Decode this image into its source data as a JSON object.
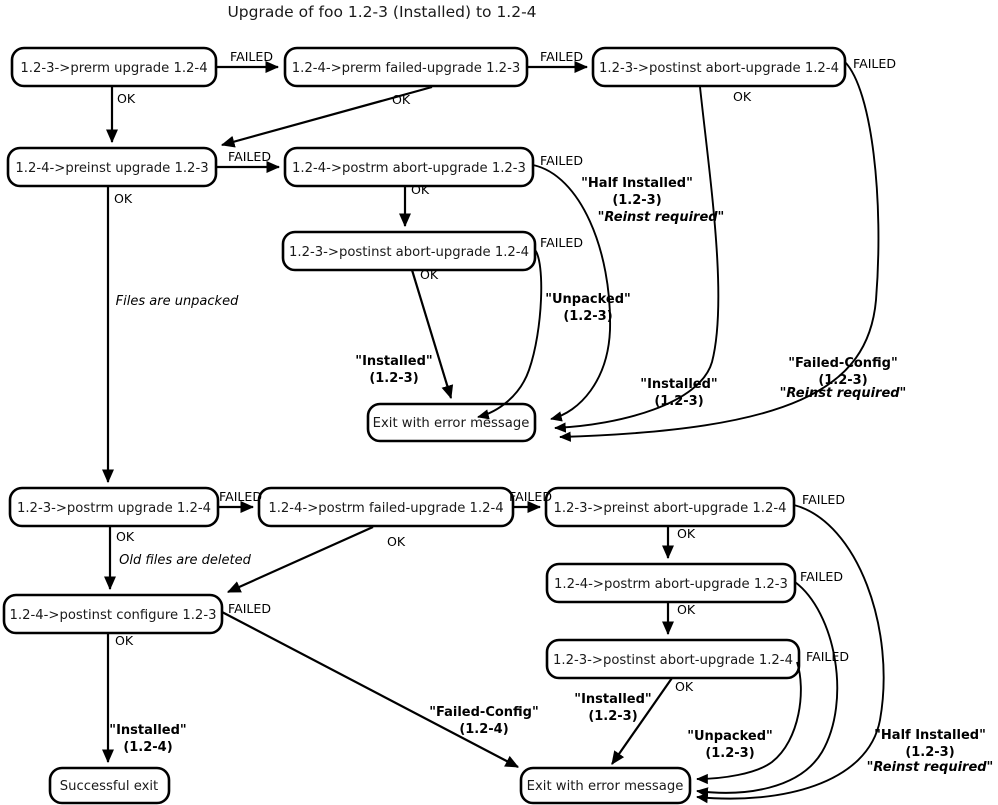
{
  "title": "Upgrade of foo 1.2-3 (Installed) to 1.2-4",
  "nodes": {
    "prerm_upgrade": "1.2-3->prerm upgrade 1.2-4",
    "prerm_failed_upgrade": "1.2-4->prerm failed-upgrade 1.2-3",
    "postinst_abort_1": "1.2-3->postinst abort-upgrade 1.2-4",
    "preinst_upgrade": "1.2-4->preinst upgrade 1.2-3",
    "postrm_abort_1": "1.2-4->postrm abort-upgrade 1.2-3",
    "postinst_abort_2": "1.2-3->postinst abort-upgrade 1.2-4",
    "exit_error_top": "Exit with error message",
    "postrm_upgrade": "1.2-3->postrm upgrade 1.2-4",
    "postrm_failed_upgrade": "1.2-4->postrm failed-upgrade 1.2-4",
    "preinst_abort": "1.2-3->preinst abort-upgrade 1.2-4",
    "postinst_configure": "1.2-4->postinst configure 1.2-3",
    "postrm_abort_2": "1.2-4->postrm abort-upgrade 1.2-3",
    "postinst_abort_3": "1.2-3->postinst abort-upgrade 1.2-4",
    "successful_exit": "Successful exit",
    "exit_error_bottom": "Exit with error message"
  },
  "edge_labels": {
    "failed_1": "FAILED",
    "failed_2": "FAILED",
    "failed_3": "FAILED",
    "failed_4": "FAILED",
    "failed_5": "FAILED",
    "failed_6": "FAILED",
    "failed_7": "FAILED",
    "failed_8": "FAILED",
    "failed_9": "FAILED",
    "failed_10": "FAILED",
    "failed_11": "FAILED",
    "ok_1": "OK",
    "ok_2": "OK",
    "ok_3": "OK",
    "ok_4": "OK",
    "ok_5": "OK",
    "ok_6": "OK",
    "ok_7": "OK",
    "ok_8": "OK",
    "ok_9": "OK",
    "ok_10": "OK",
    "ok_11": "OK",
    "ok_12": "OK"
  },
  "notes": {
    "files_unpacked": "Files are unpacked",
    "old_files_deleted": "Old files are deleted"
  },
  "state_annotations": {
    "half_installed_top_l1": "\"Half Installed\"",
    "half_installed_top_l2": "(1.2-3)",
    "half_installed_top_l3": "\"Reinst required\"",
    "unpacked_top_l1": "\"Unpacked\"",
    "unpacked_top_l2": "(1.2-3)",
    "installed_top_left_l1": "\"Installed\"",
    "installed_top_left_l2": "(1.2-3)",
    "installed_top_right_l1": "\"Installed\"",
    "installed_top_right_l2": "(1.2-3)",
    "failed_config_top_l1": "\"Failed-Config\"",
    "failed_config_top_l2": "(1.2-3)",
    "failed_config_top_l3": "\"Reinst required\"",
    "installed_bottom_l1": "\"Installed\"",
    "installed_bottom_l2": "(1.2-4)",
    "failed_config_bottom_l1": "\"Failed-Config\"",
    "failed_config_bottom_l2": "(1.2-4)",
    "installed_bottom_mid_l1": "\"Installed\"",
    "installed_bottom_mid_l2": "(1.2-3)",
    "unpacked_bottom_l1": "\"Unpacked\"",
    "unpacked_bottom_l2": "(1.2-3)",
    "half_installed_bottom_l1": "\"Half Installed\"",
    "half_installed_bottom_l2": "(1.2-3)",
    "half_installed_bottom_l3": "\"Reinst required\""
  },
  "colors": {
    "stroke": "#000000",
    "background": "#ffffff",
    "text": "#1a1a1a"
  },
  "chart_data": {
    "type": "diagram",
    "title": "Upgrade of foo 1.2-3 (Installed) to 1.2-4",
    "graph_kind": "state-flowchart",
    "node_list": [
      "1.2-3->prerm upgrade 1.2-4",
      "1.2-4->prerm failed-upgrade 1.2-3",
      "1.2-3->postinst abort-upgrade 1.2-4",
      "1.2-4->preinst upgrade 1.2-3",
      "1.2-4->postrm abort-upgrade 1.2-3",
      "1.2-3->postinst abort-upgrade 1.2-4",
      "Exit with error message",
      "1.2-3->postrm upgrade 1.2-4",
      "1.2-4->postrm failed-upgrade 1.2-4",
      "1.2-3->preinst abort-upgrade 1.2-4",
      "1.2-4->postinst configure 1.2-3",
      "1.2-4->postrm abort-upgrade 1.2-3",
      "1.2-3->postinst abort-upgrade 1.2-4",
      "Successful exit",
      "Exit with error message"
    ],
    "edges": [
      {
        "from": "1.2-3->prerm upgrade 1.2-4",
        "to": "1.2-4->prerm failed-upgrade 1.2-3",
        "label": "FAILED"
      },
      {
        "from": "1.2-3->prerm upgrade 1.2-4",
        "to": "1.2-4->preinst upgrade 1.2-3",
        "label": "OK"
      },
      {
        "from": "1.2-4->prerm failed-upgrade 1.2-3",
        "to": "1.2-3->postinst abort-upgrade 1.2-4",
        "label": "FAILED"
      },
      {
        "from": "1.2-4->prerm failed-upgrade 1.2-3",
        "to": "1.2-4->preinst upgrade 1.2-3",
        "label": "OK"
      },
      {
        "from": "1.2-3->postinst abort-upgrade 1.2-4",
        "to": "Exit with error message",
        "label": "FAILED",
        "state": "\"Failed-Config\" (1.2-3) \"Reinst required\""
      },
      {
        "from": "1.2-3->postinst abort-upgrade 1.2-4",
        "to": "Exit with error message",
        "label": "OK",
        "state": "\"Installed\" (1.2-3)"
      },
      {
        "from": "1.2-4->preinst upgrade 1.2-3",
        "to": "1.2-4->postrm abort-upgrade 1.2-3",
        "label": "FAILED"
      },
      {
        "from": "1.2-4->preinst upgrade 1.2-3",
        "to": "1.2-3->postrm upgrade 1.2-4",
        "label": "OK",
        "note": "Files are unpacked"
      },
      {
        "from": "1.2-4->postrm abort-upgrade 1.2-3",
        "to": "Exit with error message",
        "label": "FAILED",
        "state": "\"Half Installed\" (1.2-3) \"Reinst required\""
      },
      {
        "from": "1.2-4->postrm abort-upgrade 1.2-3",
        "to": "1.2-3->postinst abort-upgrade 1.2-4",
        "label": "OK"
      },
      {
        "from": "1.2-3->postinst abort-upgrade 1.2-4",
        "to": "Exit with error message",
        "label": "FAILED",
        "state": "\"Unpacked\" (1.2-3)"
      },
      {
        "from": "1.2-3->postinst abort-upgrade 1.2-4",
        "to": "Exit with error message",
        "label": "OK",
        "state": "\"Installed\" (1.2-3)"
      },
      {
        "from": "1.2-3->postrm upgrade 1.2-4",
        "to": "1.2-4->postrm failed-upgrade 1.2-4",
        "label": "FAILED"
      },
      {
        "from": "1.2-3->postrm upgrade 1.2-4",
        "to": "1.2-4->postinst configure 1.2-3",
        "label": "OK",
        "note": "Old files are deleted"
      },
      {
        "from": "1.2-4->postrm failed-upgrade 1.2-4",
        "to": "1.2-3->preinst abort-upgrade 1.2-4",
        "label": "FAILED"
      },
      {
        "from": "1.2-4->postrm failed-upgrade 1.2-4",
        "to": "1.2-4->postinst configure 1.2-3",
        "label": "OK"
      },
      {
        "from": "1.2-3->preinst abort-upgrade 1.2-4",
        "to": "Exit with error message",
        "label": "FAILED",
        "state": "\"Half Installed\" (1.2-3) \"Reinst required\""
      },
      {
        "from": "1.2-3->preinst abort-upgrade 1.2-4",
        "to": "1.2-4->postrm abort-upgrade 1.2-3",
        "label": "OK"
      },
      {
        "from": "1.2-4->postinst configure 1.2-3",
        "to": "Successful exit",
        "label": "OK",
        "state": "\"Installed\" (1.2-4)"
      },
      {
        "from": "1.2-4->postinst configure 1.2-3",
        "to": "Exit with error message",
        "label": "FAILED",
        "state": "\"Failed-Config\" (1.2-4)"
      },
      {
        "from": "1.2-4->postrm abort-upgrade 1.2-3",
        "to": "Exit with error message",
        "label": "FAILED",
        "state": "\"Unpacked\" (1.2-3)"
      },
      {
        "from": "1.2-4->postrm abort-upgrade 1.2-3",
        "to": "1.2-3->postinst abort-upgrade 1.2-4",
        "label": "OK"
      },
      {
        "from": "1.2-3->postinst abort-upgrade 1.2-4",
        "to": "Exit with error message",
        "label": "FAILED"
      },
      {
        "from": "1.2-3->postinst abort-upgrade 1.2-4",
        "to": "Exit with error message",
        "label": "OK",
        "state": "\"Installed\" (1.2-3)"
      }
    ]
  }
}
